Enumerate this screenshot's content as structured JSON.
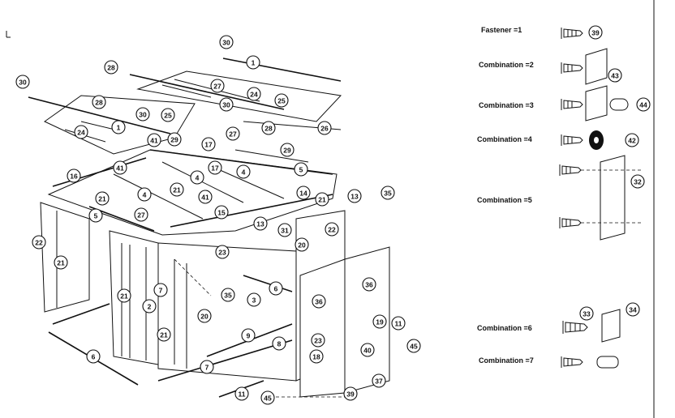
{
  "legend": {
    "fastener": {
      "label": "Fastener =1",
      "parts": [
        "39"
      ]
    },
    "combo2": {
      "label": "Combination =2",
      "parts": [
        "43"
      ]
    },
    "combo3": {
      "label": "Combination =3",
      "parts": [
        "44"
      ]
    },
    "combo4": {
      "label": "Combination =4",
      "parts": [
        "42"
      ]
    },
    "combo5": {
      "label": "Combination =5",
      "parts": [
        "32"
      ]
    },
    "combo6": {
      "label": "Combination =6",
      "parts": [
        "33",
        "34"
      ]
    },
    "combo7": {
      "label": "Combination =7",
      "parts": []
    }
  },
  "callouts": [
    "30",
    "1",
    "28",
    "30",
    "27",
    "24",
    "28",
    "25",
    "26",
    "30",
    "1",
    "24",
    "30",
    "25",
    "28",
    "29",
    "41",
    "17",
    "27",
    "29",
    "16",
    "41",
    "4",
    "17",
    "4",
    "5",
    "21",
    "4",
    "21",
    "41",
    "14",
    "21",
    "13",
    "35",
    "5",
    "27",
    "15",
    "13",
    "31",
    "20",
    "22",
    "22",
    "21",
    "23",
    "21",
    "35",
    "36",
    "7",
    "2",
    "3",
    "6",
    "36",
    "20",
    "19",
    "11",
    "21",
    "23",
    "9",
    "8",
    "40",
    "45",
    "6",
    "7",
    "11",
    "45",
    "39",
    "37",
    "18"
  ]
}
